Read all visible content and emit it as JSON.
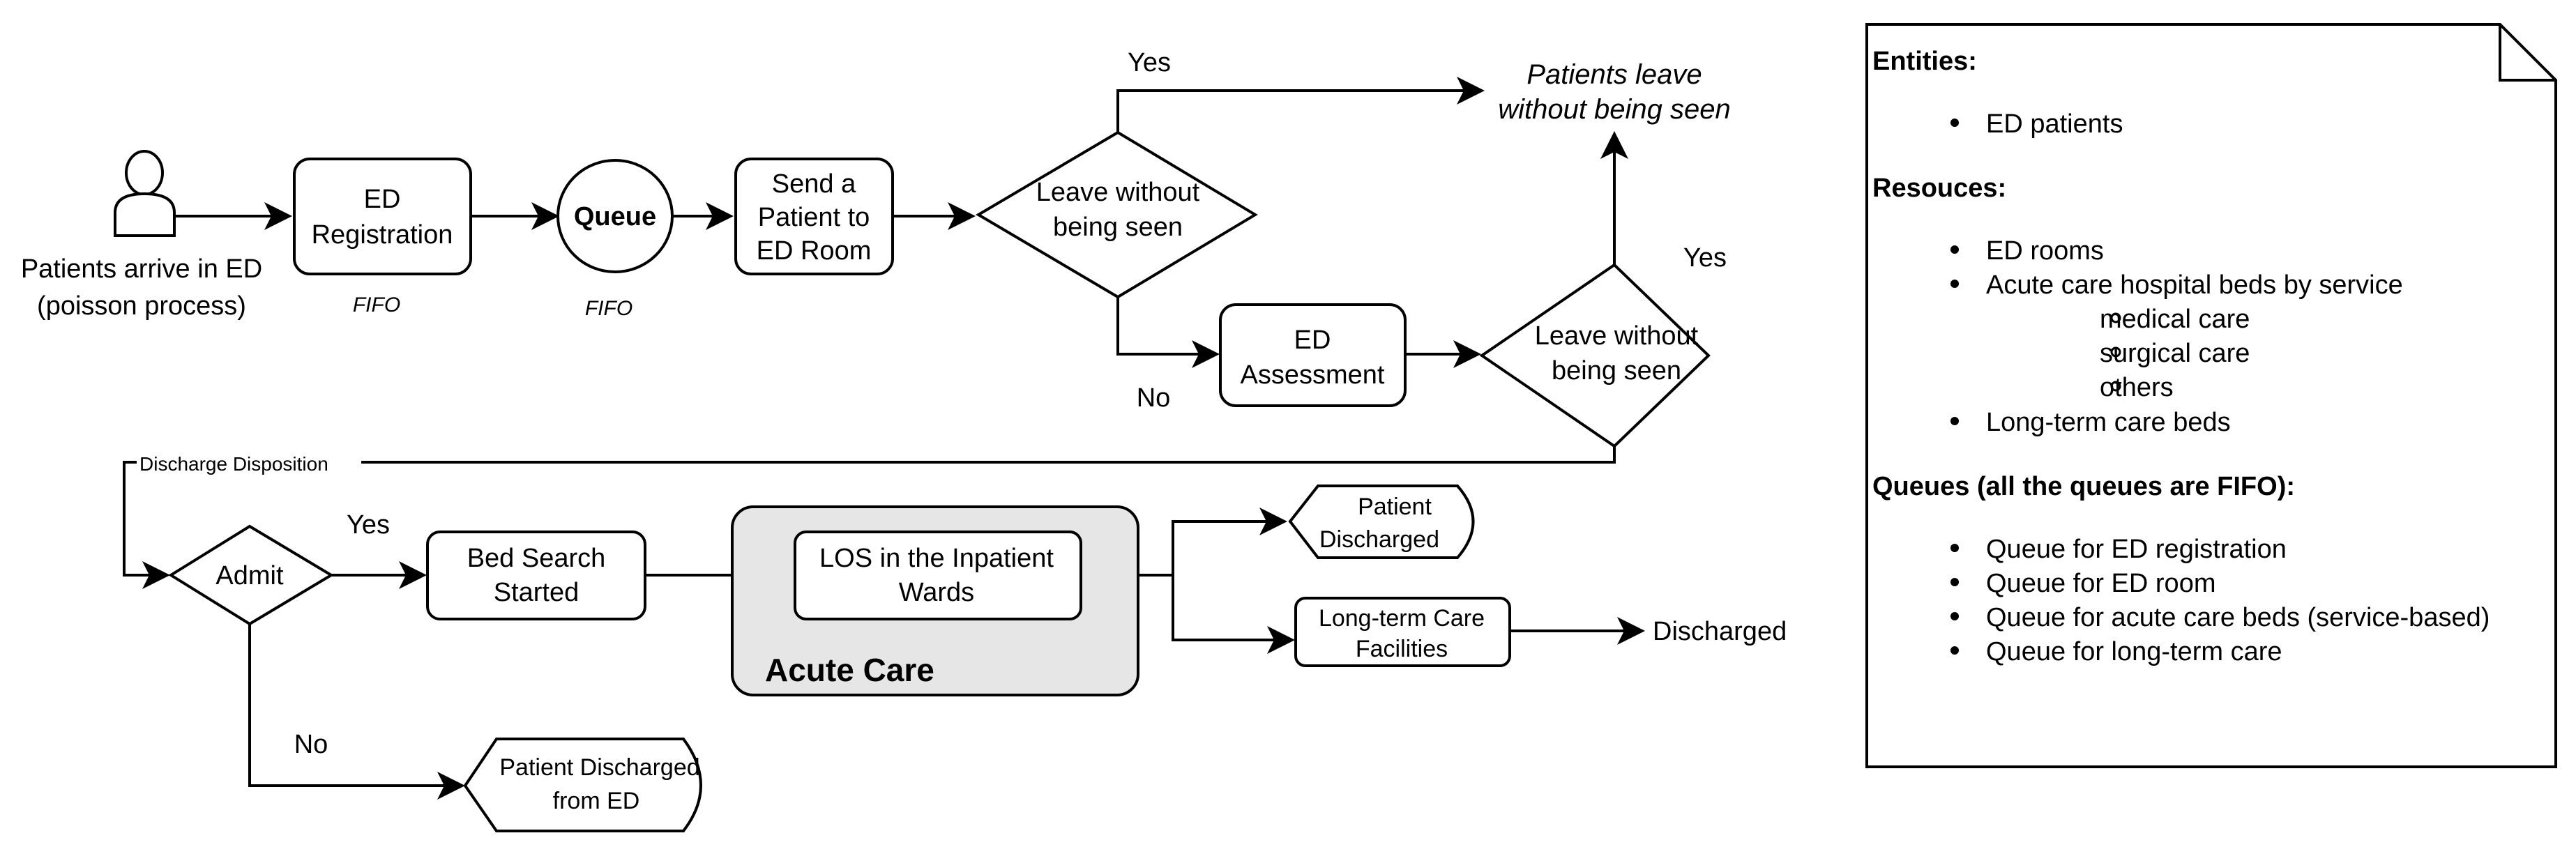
{
  "flow": {
    "arrival": {
      "line1": "Patients arrive in ED",
      "line2": "(poisson process)"
    },
    "registration": {
      "line1": "ED",
      "line2": "Registration",
      "discipline": "FIFO"
    },
    "queue": {
      "label": "Queue",
      "discipline": "FIFO"
    },
    "send_room": {
      "line1": "Send a",
      "line2": "Patient to",
      "line3": "ED Room"
    },
    "lwbs_1": {
      "line1": "Leave without",
      "line2": "being seen"
    },
    "lwbs_1_yes": "Yes",
    "lwbs_1_no": "No",
    "leave_end": {
      "line1": "Patients leave",
      "line2": "without being seen"
    },
    "assessment": {
      "line1": "ED",
      "line2": "Assessment"
    },
    "lwbs_2": {
      "line1": "Leave without",
      "line2": "being seen"
    },
    "lwbs_2_yes": "Yes",
    "discharge_disposition": "Discharge Disposition",
    "admit": "Admit",
    "admit_yes": "Yes",
    "admit_no": "No",
    "bed_search": {
      "line1": "Bed Search",
      "line2": "Started"
    },
    "acute_care": {
      "label": "Acute Care",
      "los_line1": "LOS in the Inpatient",
      "los_line2": "Wards"
    },
    "patient_discharged": {
      "line1": "Patient",
      "line2": "Discharged"
    },
    "ltc": {
      "line1": "Long-term Care",
      "line2": "Facilities"
    },
    "discharged": "Discharged",
    "discharged_from_ed": {
      "line1": "Patient Discharged",
      "line2": "from ED"
    }
  },
  "notes": {
    "entities_heading": "Entities:",
    "entities": [
      "ED patients"
    ],
    "resources_heading": "Resouces:",
    "resources": [
      "ED rooms",
      "Acute care hospital beds by service"
    ],
    "bed_services": [
      "medical care",
      "surgical care",
      "others"
    ],
    "resources_more": [
      "Long-term care beds"
    ],
    "queues_heading": "Queues (all the queues are FIFO):",
    "queues": [
      "Queue for ED registration",
      "Queue for ED room",
      "Queue for acute care beds (service-based)",
      "Queue for long-term care"
    ]
  }
}
